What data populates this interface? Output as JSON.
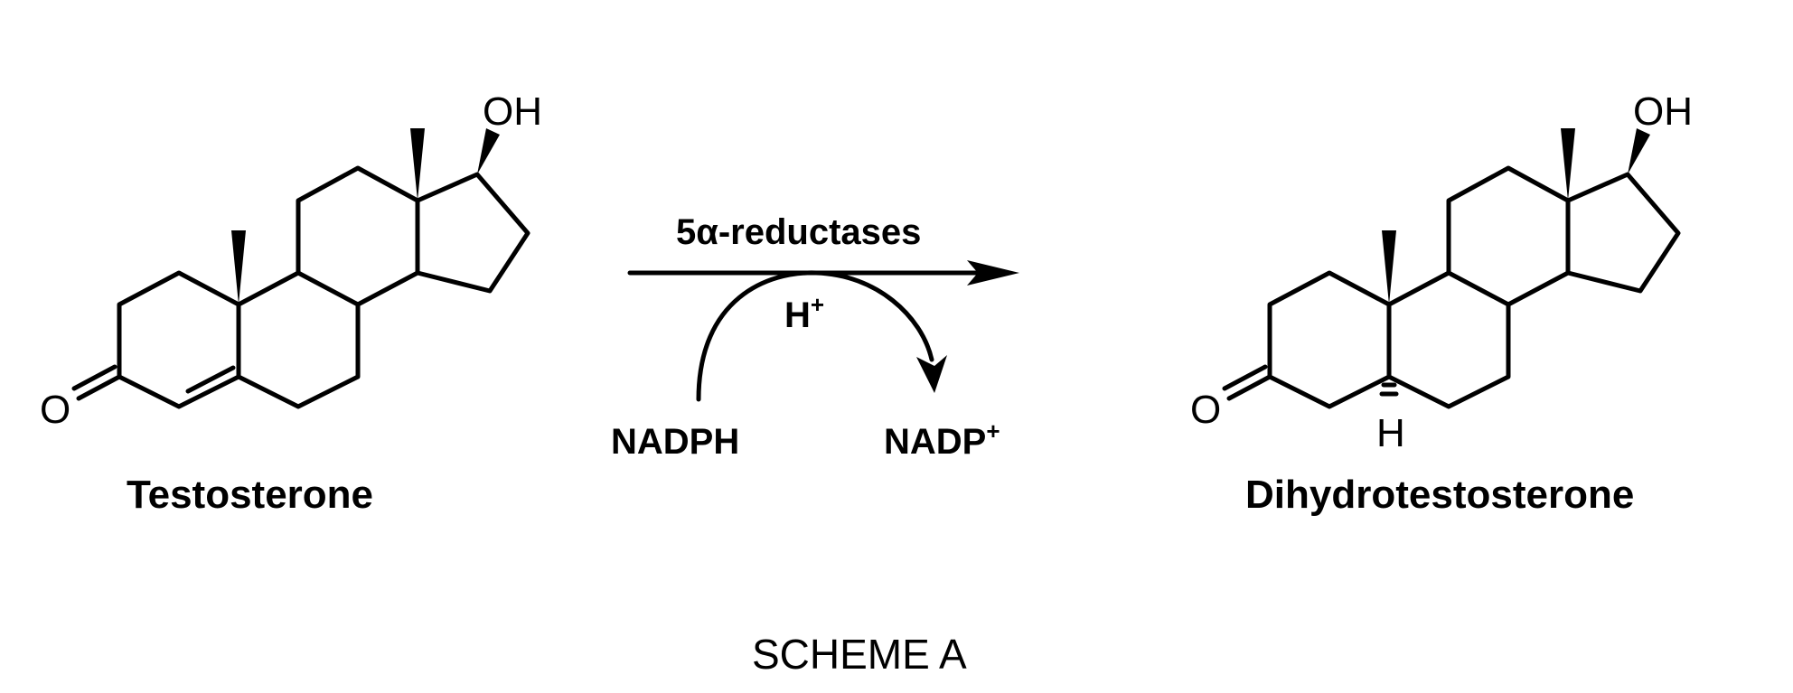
{
  "reactant": {
    "name": "Testosterone",
    "hydroxyl": "OH",
    "ketone_oxygen": "O"
  },
  "product": {
    "name": "Dihydrotestosterone",
    "hydroxyl": "OH",
    "ketone_oxygen": "O",
    "hydrogen": "H"
  },
  "reaction": {
    "enzyme": "5α-reductases",
    "proton": "H",
    "proton_charge": "+",
    "cofactor_in": "NADPH",
    "cofactor_out": "NADP",
    "cofactor_out_charge": "+"
  },
  "caption": "SCHEME A"
}
